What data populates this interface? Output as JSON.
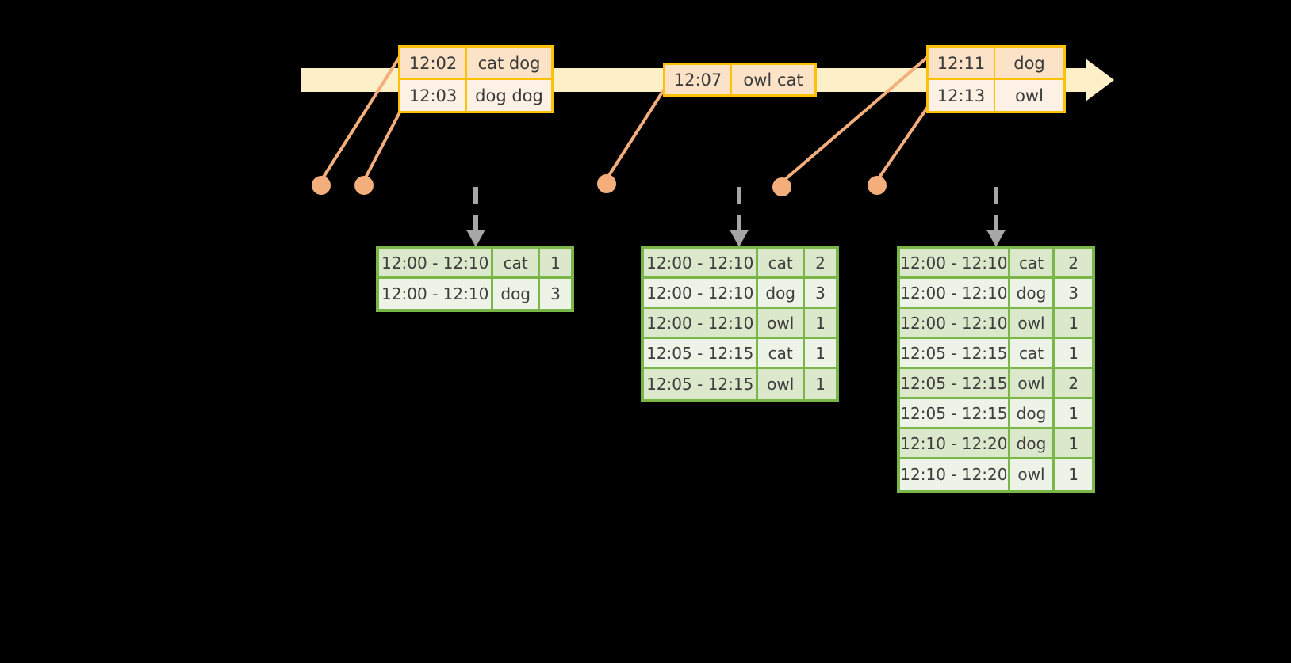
{
  "timeline": {
    "name": "event-stream-timeline",
    "bar_color": "#fdefc8",
    "border_color": "#ffc107",
    "events": [
      {
        "id": "event-group-1",
        "rows": [
          {
            "time": "12:02",
            "value": "cat dog",
            "shade": "dark"
          },
          {
            "time": "12:03",
            "value": "dog dog",
            "shade": "light"
          }
        ]
      },
      {
        "id": "event-group-2",
        "rows": [
          {
            "time": "12:07",
            "value": "owl cat",
            "shade": "dark"
          }
        ]
      },
      {
        "id": "event-group-3",
        "rows": [
          {
            "time": "12:11",
            "value": "dog",
            "shade": "dark"
          },
          {
            "time": "12:13",
            "value": "owl",
            "shade": "light"
          }
        ]
      }
    ]
  },
  "accent": {
    "orange": "#f4ae7c",
    "green": "#7ab648",
    "arrow_gray": "#a6a6a6"
  },
  "tables": [
    {
      "name": "result-table-1",
      "rows": [
        {
          "window": "12:00 - 12:10",
          "key": "cat",
          "count": "1",
          "shade": "A"
        },
        {
          "window": "12:00 - 12:10",
          "key": "dog",
          "count": "3",
          "shade": "B"
        }
      ]
    },
    {
      "name": "result-table-2",
      "rows": [
        {
          "window": "12:00 - 12:10",
          "key": "cat",
          "count": "2",
          "shade": "A"
        },
        {
          "window": "12:00 - 12:10",
          "key": "dog",
          "count": "3",
          "shade": "B"
        },
        {
          "window": "12:00 - 12:10",
          "key": "owl",
          "count": "1",
          "shade": "A"
        },
        {
          "window": "12:05 - 12:15",
          "key": "cat",
          "count": "1",
          "shade": "B"
        },
        {
          "window": "12:05 - 12:15",
          "key": "owl",
          "count": "1",
          "shade": "A"
        }
      ]
    },
    {
      "name": "result-table-3",
      "rows": [
        {
          "window": "12:00 - 12:10",
          "key": "cat",
          "count": "2",
          "shade": "A"
        },
        {
          "window": "12:00 - 12:10",
          "key": "dog",
          "count": "3",
          "shade": "B"
        },
        {
          "window": "12:00 - 12:10",
          "key": "owl",
          "count": "1",
          "shade": "A"
        },
        {
          "window": "12:05 - 12:15",
          "key": "cat",
          "count": "1",
          "shade": "B"
        },
        {
          "window": "12:05 - 12:15",
          "key": "owl",
          "count": "2",
          "shade": "A"
        },
        {
          "window": "12:05 - 12:15",
          "key": "dog",
          "count": "1",
          "shade": "B"
        },
        {
          "window": "12:10 - 12:20",
          "key": "dog",
          "count": "1",
          "shade": "A"
        },
        {
          "window": "12:10 - 12:20",
          "key": "owl",
          "count": "1",
          "shade": "B"
        }
      ]
    }
  ]
}
